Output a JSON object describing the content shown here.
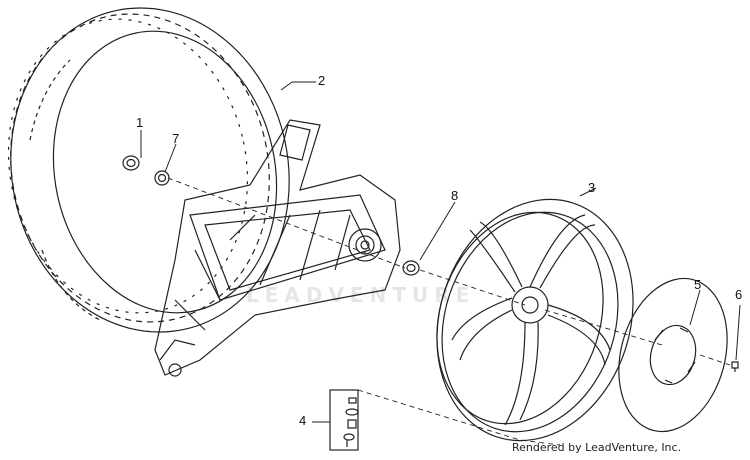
{
  "callouts": {
    "c1": "1",
    "c2": "2",
    "c3": "3",
    "c4": "4",
    "c5": "5",
    "c6": "6",
    "c7": "7",
    "c8": "8"
  },
  "credit": "Rendered by LeadVenture, Inc.",
  "watermark": "LEADVENTURE",
  "colors": {
    "line": "#222222",
    "watermark": "#cccccc"
  }
}
